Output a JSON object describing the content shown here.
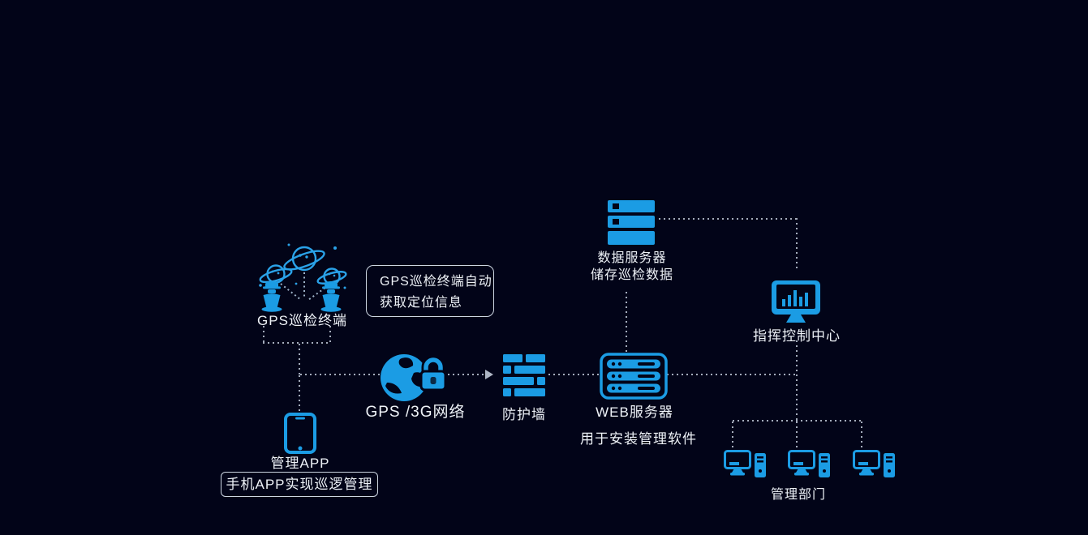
{
  "diagram": {
    "title": "GPS patrol system network architecture",
    "colors": {
      "background": "#020418",
      "icon_blue": "#1b9ce4",
      "outline_blue": "#2aa2e8",
      "dotted_line": "#a4acbc",
      "text": "#eef2f7",
      "note_border": "#cdd6e2"
    },
    "nodes": {
      "gps_terminal": {
        "label": "GPS巡检终端",
        "icon": "satellites-and-guards-icon"
      },
      "info_note": {
        "line1": "GPS巡检终端自动",
        "line2": "获取定位信息"
      },
      "network": {
        "label": "GPS /3G网络",
        "icon": "globe-lock-icon"
      },
      "firewall": {
        "label": "防护墙",
        "icon": "firewall-bricks-icon"
      },
      "web_server": {
        "label": "WEB服务器",
        "sublabel": "用于安装管理软件",
        "icon": "server-rack-icon"
      },
      "data_server": {
        "label": "数据服务器",
        "sublabel": "储存巡检数据",
        "icon": "database-server-icon"
      },
      "command_center": {
        "label": "指挥控制中心",
        "icon": "monitor-bar-chart-icon"
      },
      "mobile_app": {
        "label": "管理APP",
        "icon": "smartphone-icon"
      },
      "app_note": {
        "label": "手机APP实现巡逻管理"
      },
      "department": {
        "label": "管理部门",
        "icon": "desktop-workstation-icon"
      }
    }
  }
}
